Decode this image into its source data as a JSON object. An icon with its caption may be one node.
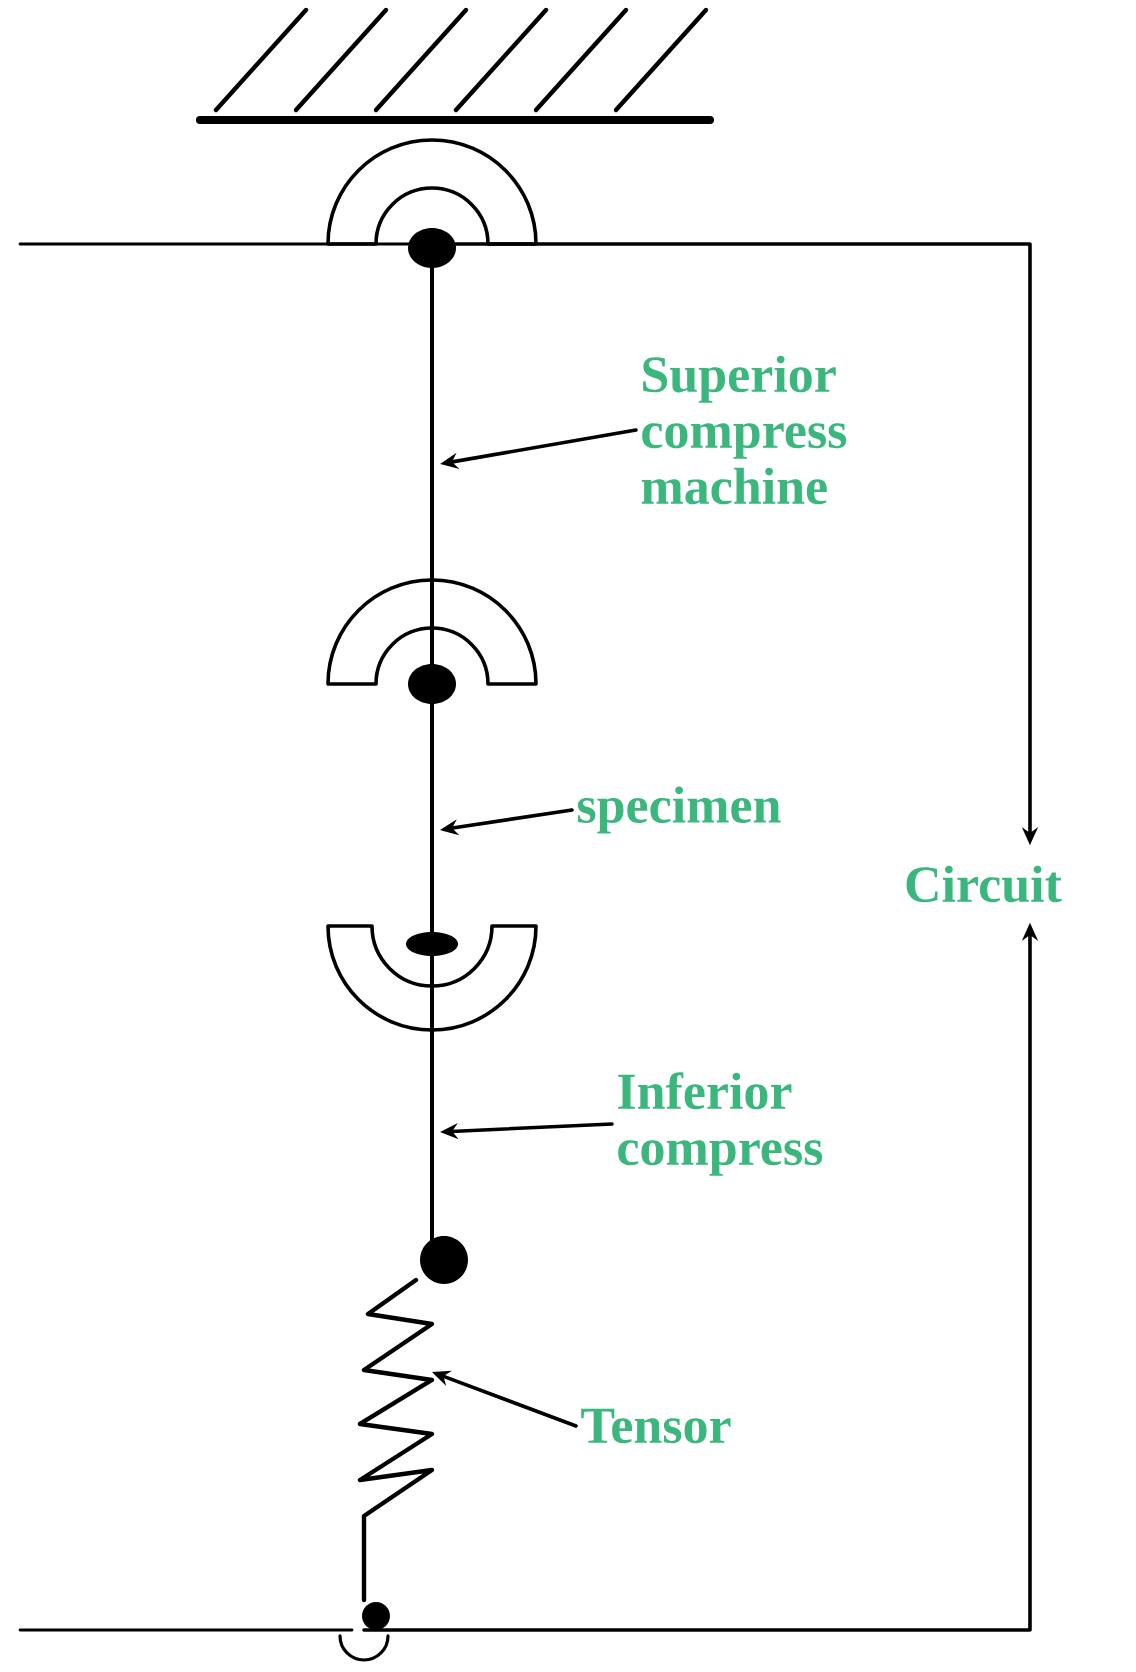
{
  "diagram": {
    "nodes": [
      {
        "text": [
          "Superior compress machine"
        ]
      },
      {
        "text": [
          "specimen"
        ]
      },
      {
        "text": [
          "Inferior compress"
        ]
      },
      {
        "text": [
          "Tensor"
        ]
      },
      {
        "text": [
          "Circuit"
        ]
      }
    ],
    "edges": [
      {
        "from": 0,
        "to": null,
        "arrow": "to"
      },
      {
        "from": 1,
        "to": null,
        "arrow": "to"
      },
      {
        "from": 2,
        "to": null,
        "arrow": "to"
      },
      {
        "from": 3,
        "to": null,
        "arrow": "to"
      },
      {
        "from": null,
        "to": 4,
        "arrow": "to"
      },
      {
        "from": null,
        "to": 4,
        "arrow": "to"
      }
    ]
  }
}
